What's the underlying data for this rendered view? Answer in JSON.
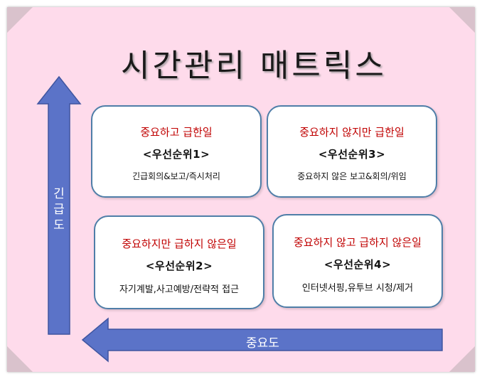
{
  "title": "시간관리 매트릭스",
  "axes": {
    "vertical": "긴급도",
    "horizontal": "중요도"
  },
  "quadrants": [
    {
      "id": "q1",
      "heading": "중요하고 급한일",
      "priority": "<우선순위1>",
      "examples": "긴급회의&보고/즉시처리"
    },
    {
      "id": "q2",
      "heading": "중요하지만 급하지 않은일",
      "priority": "<우선순위2>",
      "examples": "자기계발,사고예방/전략적 접근"
    },
    {
      "id": "q3",
      "heading": "중요하지 않지만 급한일",
      "priority": "<우선순위3>",
      "examples": "중요하지 않은 보고&회의/위임"
    },
    {
      "id": "q4",
      "heading": "중요하지 않고 급하지 않은일",
      "priority": "<우선순위4>",
      "examples": "인터넷서핑,유투브 시청/제거"
    }
  ],
  "colors": {
    "background": "#fedbeb",
    "arrow": "#5b73c8",
    "box_border": "#4f7ea8",
    "heading": "#c00000"
  }
}
